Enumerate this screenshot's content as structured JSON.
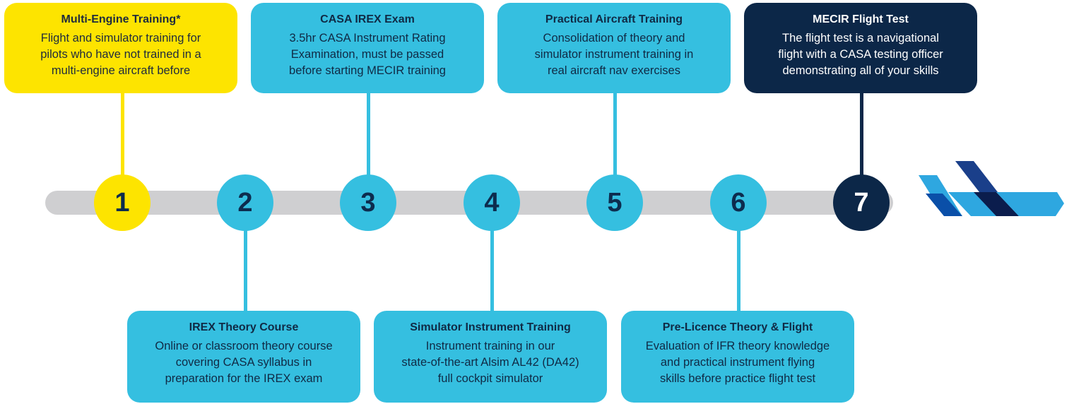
{
  "colors": {
    "yellow": "#fde400",
    "cyan": "#35bfe0",
    "navy": "#0c2748",
    "track": "#cfcfd1",
    "logo_light": "#2ea7e0",
    "logo_mid": "#0a4fa8",
    "logo_dark": "#0b1d4d"
  },
  "steps": [
    {
      "number": "1",
      "title": "Multi-Engine Training*",
      "description": "Flight and simulator training for\npilots who have not trained in a\nmulti-engine aircraft before",
      "color": "yellow",
      "card_side": "top"
    },
    {
      "number": "2",
      "title": "IREX Theory Course",
      "description": "Online or classroom theory course\ncovering CASA syllabus in\npreparation for the IREX exam",
      "color": "cyan",
      "card_side": "bottom"
    },
    {
      "number": "3",
      "title": "CASA IREX Exam",
      "description": "3.5hr CASA Instrument Rating\nExamination, must be passed\nbefore starting MECIR training",
      "color": "cyan",
      "card_side": "top"
    },
    {
      "number": "4",
      "title": "Simulator Instrument Training",
      "description": "Instrument training in our\nstate-of-the-art Alsim AL42 (DA42)\nfull cockpit simulator",
      "color": "cyan",
      "card_side": "bottom"
    },
    {
      "number": "5",
      "title": "Practical Aircraft Training",
      "description": "Consolidation of theory and\nsimulator instrument training in\nreal aircraft nav exercises",
      "color": "cyan",
      "card_side": "top"
    },
    {
      "number": "6",
      "title": "Pre-Licence Theory & Flight",
      "description": "Evaluation of IFR theory knowledge\nand practical instrument flying\nskills before practice flight test",
      "color": "cyan",
      "card_side": "bottom"
    },
    {
      "number": "7",
      "title": "MECIR Flight Test",
      "description": "The flight test is a navigational\nflight with a CASA testing officer\ndemonstrating all of your skills",
      "color": "navy",
      "card_side": "top"
    }
  ],
  "logo": {
    "icon": "airline-tail-logo-icon"
  }
}
